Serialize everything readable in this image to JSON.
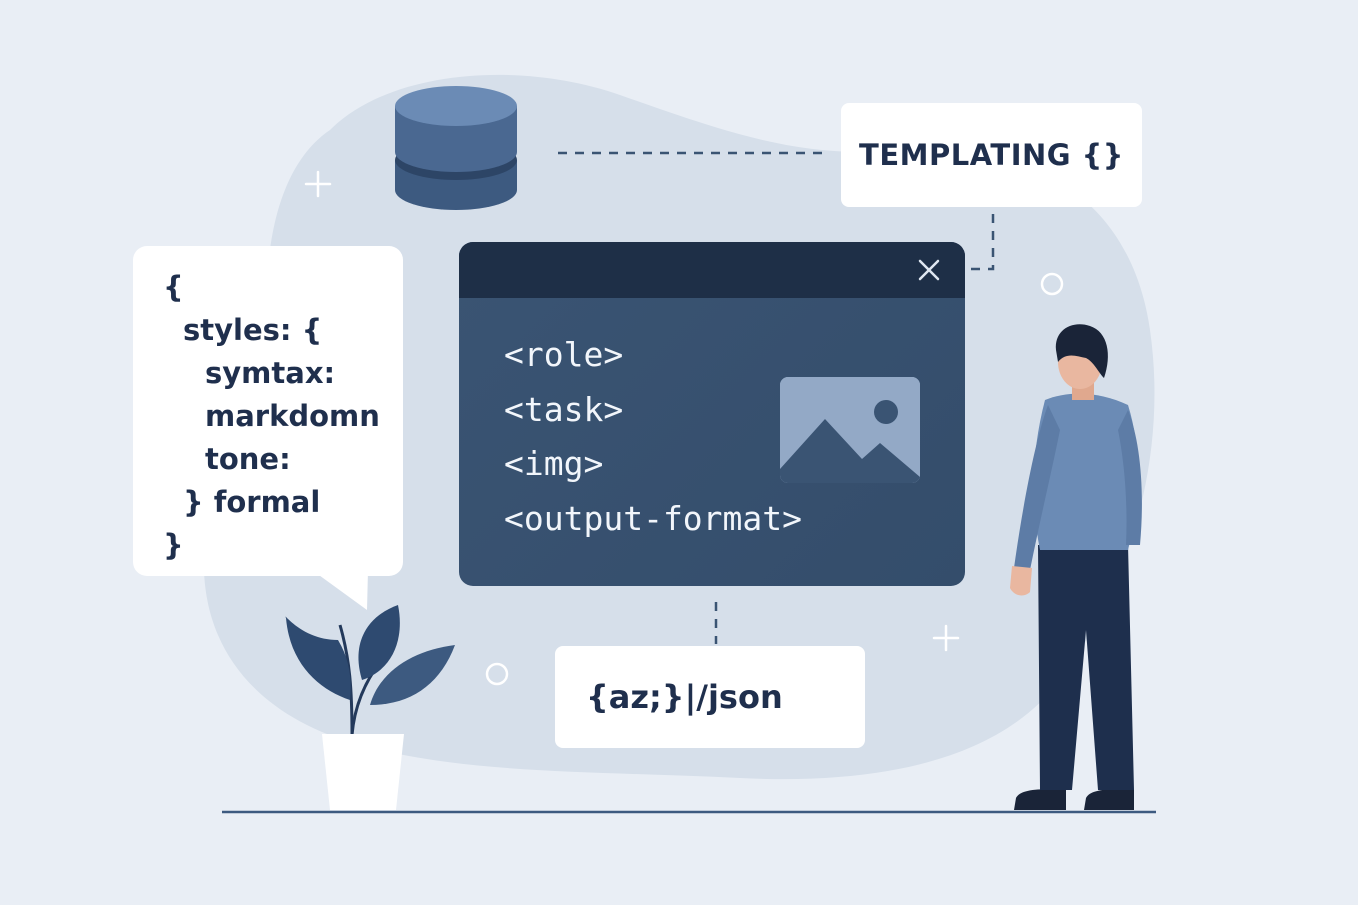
{
  "templating_label": "TEMPLATING {}",
  "code_bubble": {
    "lines": [
      "{",
      "styles: {",
      "symtax:",
      "markdomn",
      "tone:",
      "} formal",
      "}"
    ]
  },
  "window": {
    "close_symbol": "×",
    "lines": [
      "<role>",
      "<task>",
      "<img>",
      "<output-format>"
    ]
  },
  "output_label": "{az;}|/json",
  "icons": {
    "database": "database-icon",
    "close": "close-icon",
    "image": "image-icon",
    "plant": "plant-icon",
    "person": "person-figure"
  },
  "colors": {
    "background": "#e9eef5",
    "blob": "#d6dfea",
    "navy": "#1f2f4d",
    "window": "#3a5473",
    "titlebar": "#1e2f47",
    "accent_blue": "#6b8bb5"
  }
}
